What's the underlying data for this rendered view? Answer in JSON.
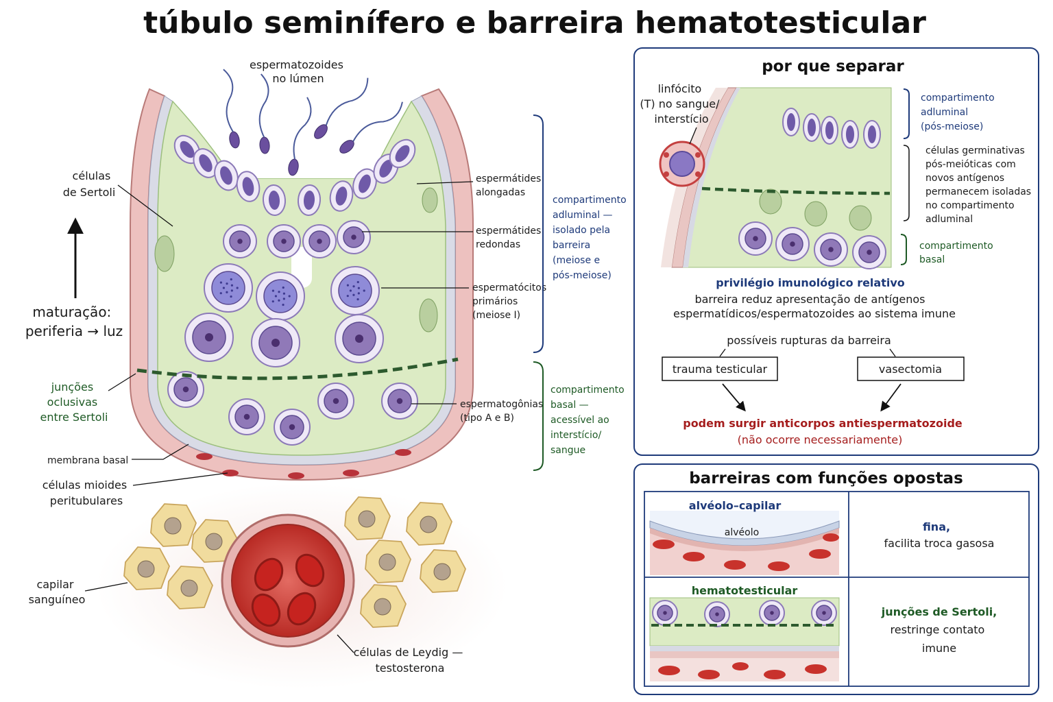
{
  "title": "túbulo seminífero e barreira hematotesticular",
  "left": {
    "lumen_label": [
      "espermatozoides",
      "no lúmen"
    ],
    "sertoli_label": [
      "células",
      "de Sertoli"
    ],
    "maturation_label": [
      "maturação:",
      "periferia → luz"
    ],
    "junctions_label": [
      "junções",
      "oclusivas",
      "entre Sertoli"
    ],
    "basal_membrane_label": "membrana basal",
    "myoid_label": [
      "células mioides",
      "peritubulares"
    ],
    "capillary_label": [
      "capilar",
      "sanguíneo"
    ],
    "leydig_label": [
      "células de Leydig —",
      "testosterona"
    ],
    "elongated_label": [
      "espermátides",
      "alongadas"
    ],
    "round_label": [
      "espermátides",
      "redondas"
    ],
    "spermatocytes_label": [
      "espermatócitos",
      "primários",
      "(meiose I)"
    ],
    "spermatogonia_label": [
      "espermatogônias",
      "(tipo A e B)"
    ],
    "adluminal_compartment": [
      "compartimento",
      "adluminal —",
      "isolado pela",
      "barreira",
      "(meiose e",
      "pós-meiose)"
    ],
    "basal_compartment": [
      "compartimento",
      "basal —",
      "acessível ao",
      "interstício/",
      "sangue"
    ]
  },
  "why_panel": {
    "title": "por que separar",
    "lymphocyte_label": [
      "linfócito",
      "(T) no sangue/",
      "interstício"
    ],
    "adluminal_label": [
      "compartimento",
      "adluminal",
      "(pós-meiose)"
    ],
    "germ_cells_note": [
      "células germinativas",
      "pós-meióticas com",
      "novos antígenos",
      "permanecem isoladas",
      "no compartimento",
      "adluminal"
    ],
    "basal_label": [
      "compartimento",
      "basal"
    ],
    "privilege_title": "privilégio imunológico relativo",
    "privilege_text": [
      "barreira reduz apresentação de antígenos",
      "espermatídicos/espermatozoides ao sistema imune"
    ],
    "ruptures_title": "possíveis rupturas da barreira",
    "rupture_1": "trauma testicular",
    "rupture_2": "vasectomia",
    "consequence": "podem surgir anticorpos antiespermatozoide",
    "consequence_note": "(não ocorre necessariamente)"
  },
  "opposite_panel": {
    "title": "barreiras com funções opostas",
    "row1_name": "alvéolo–capilar",
    "row1_image_label": "alvéolo",
    "row1_desc": [
      "fina,",
      "facilita troca gasosa"
    ],
    "row2_name": "hematotesticular",
    "row2_desc": [
      "junções de Sertoli,",
      "restringe contato",
      "imune"
    ]
  },
  "colors": {
    "navy": "#1e3a7a",
    "green": "#1e5a25",
    "red": "#a51d1d",
    "sertoli_fill": "#dcebc4",
    "germ_cell": "#c7b9e0",
    "leydig": "#f1dc9e",
    "blood": "#c42a2a"
  }
}
